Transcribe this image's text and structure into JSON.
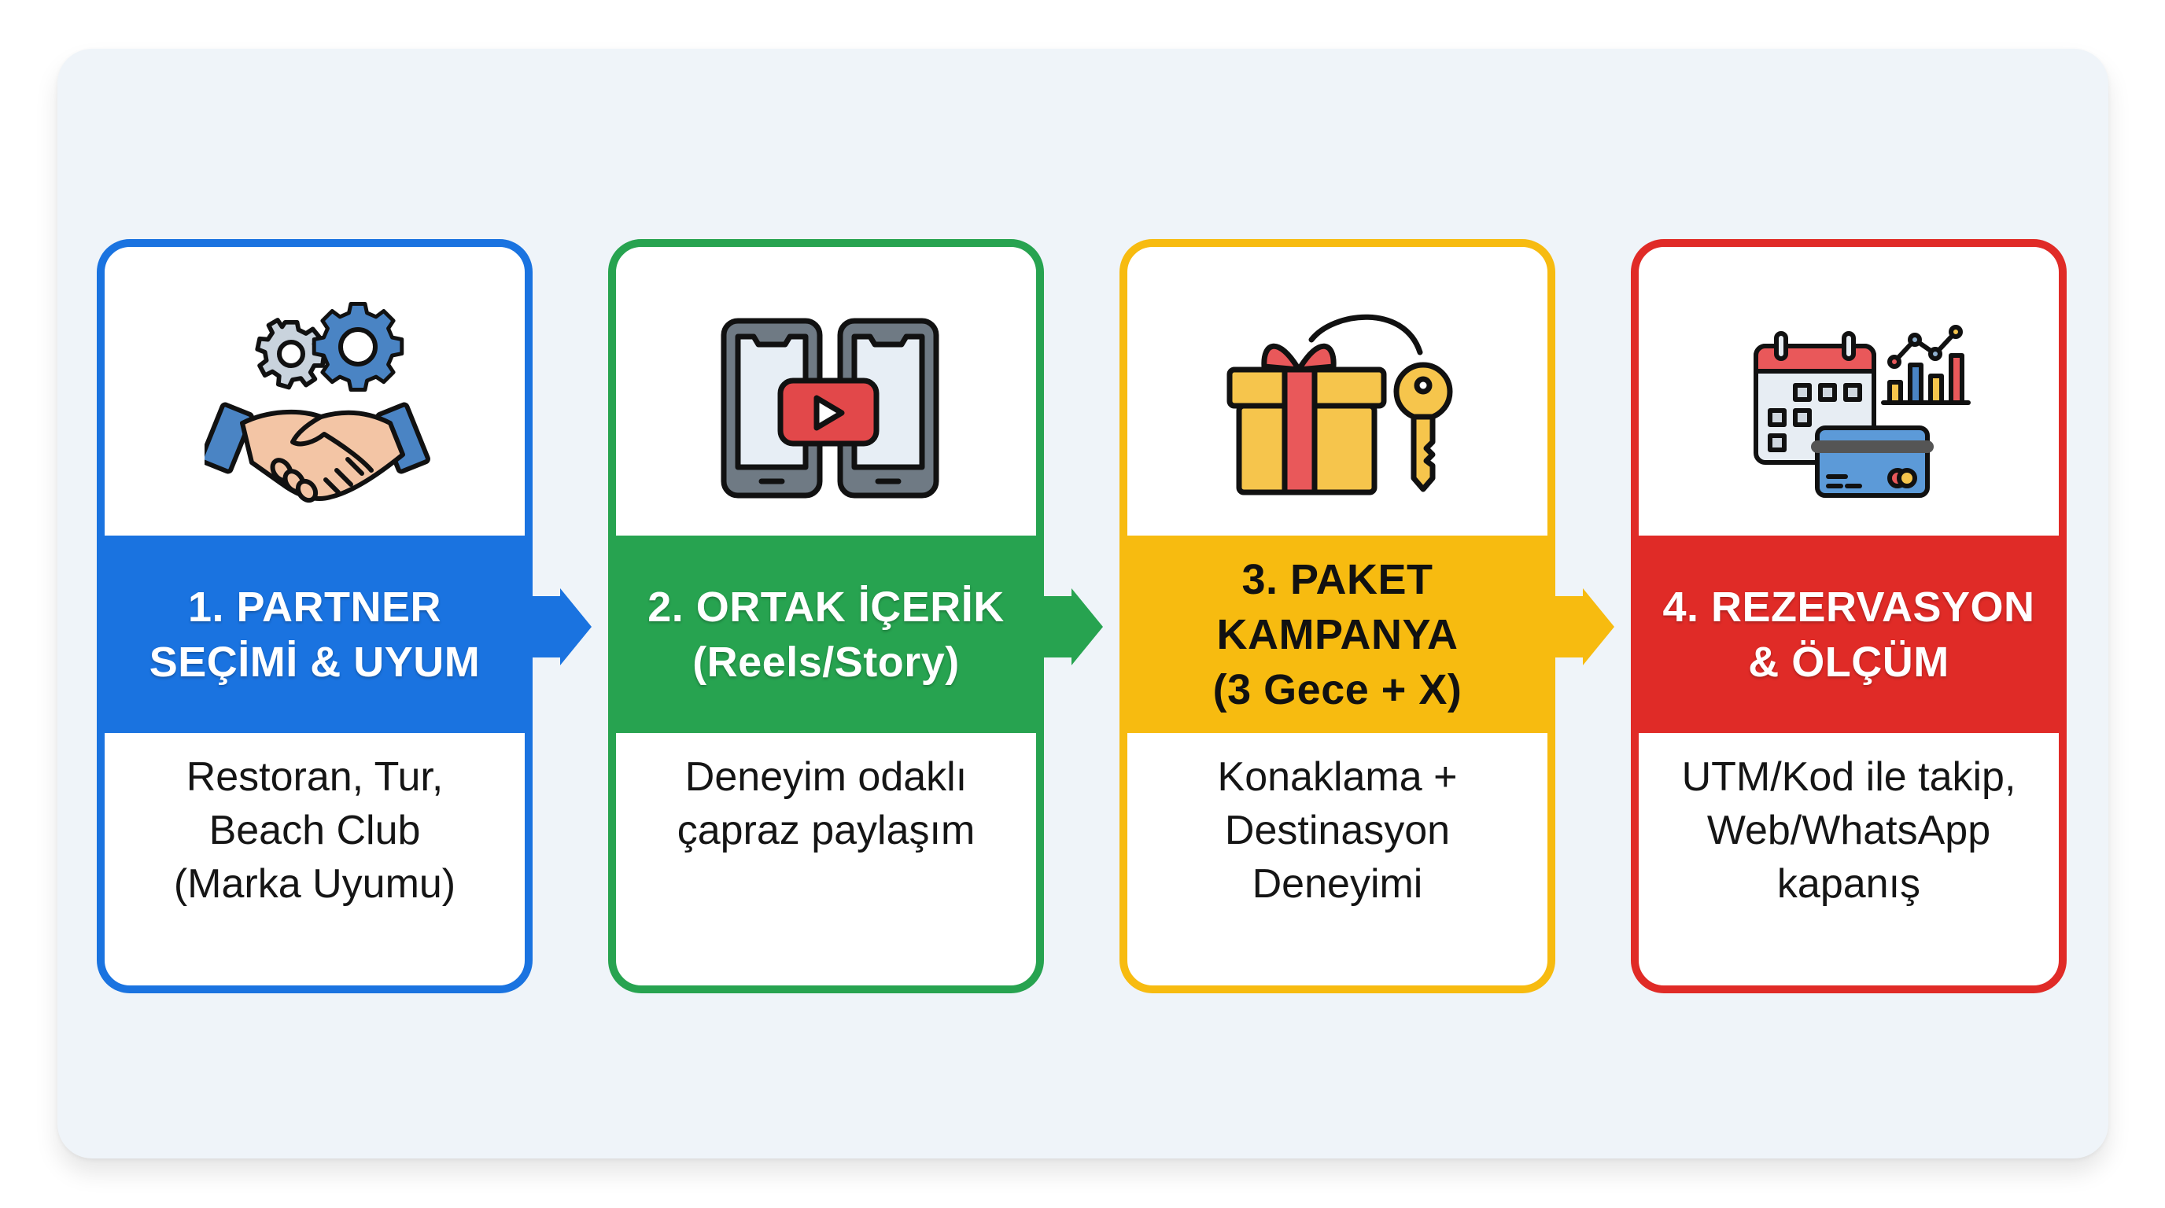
{
  "colors": {
    "panel_bg": "#eff4f9",
    "blue": "#1a73e0",
    "green": "#27a350",
    "yellow": "#f7bb10",
    "red": "#e02b27"
  },
  "steps": [
    {
      "number": "1",
      "title": "1. PARTNER\nSEÇİMİ & UYUM",
      "description": "Restoran, Tur,\nBeach Club\n(Marka Uyumu)",
      "icon": "handshake-gears-icon",
      "color": "#1a73e0"
    },
    {
      "number": "2",
      "title": "2. ORTAK İÇERİK\n(Reels/Story)",
      "description": "Deneyim odaklı\nçapraz paylaşım",
      "icon": "phones-video-icon",
      "color": "#27a350"
    },
    {
      "number": "3",
      "title": "3. PAKET\nKAMPANYA\n(3 Gece + X)",
      "description": "Konaklama +\nDestinasyon\nDeneyimi",
      "icon": "gift-key-icon",
      "color": "#f7bb10"
    },
    {
      "number": "4",
      "title": "4. REZERVASYON\n& ÖLÇÜM",
      "description": "UTM/Kod ile takip,\nWeb/WhatsApp\nkapanış",
      "icon": "calendar-chart-card-icon",
      "color": "#e02b27"
    }
  ]
}
